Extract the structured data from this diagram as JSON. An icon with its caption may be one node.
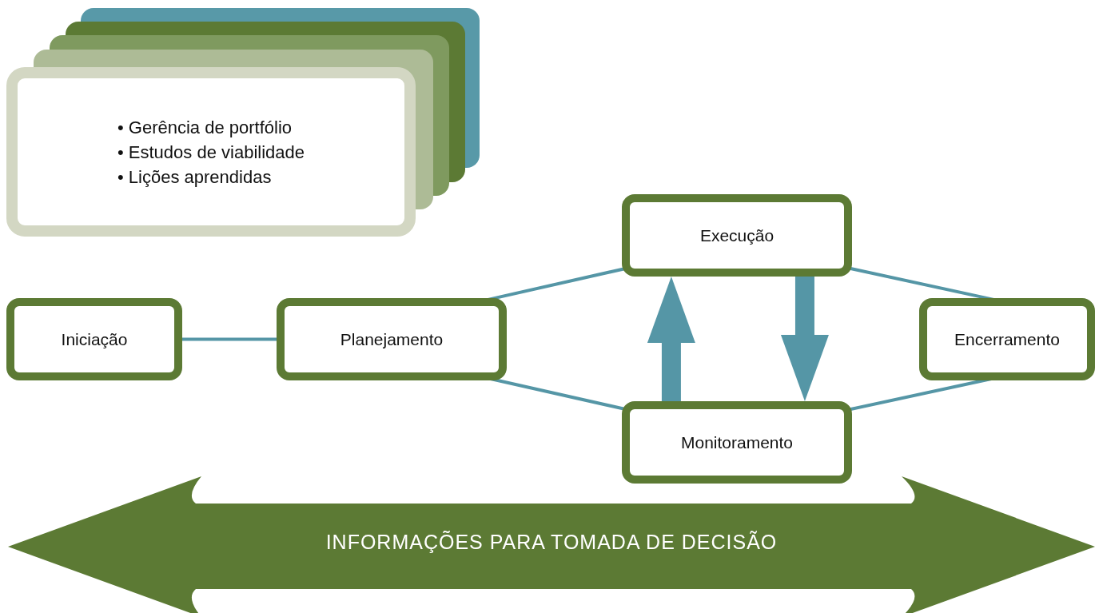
{
  "diagram": {
    "nodes": [
      {
        "text": [
          "• Gerência de portfólio",
          "• Estudos de viabilidade",
          "• Lições aprendidas"
        ]
      },
      {
        "text": [
          "Iniciação"
        ]
      },
      {
        "text": [
          "Planejamento"
        ]
      },
      {
        "text": [
          "Execução"
        ]
      },
      {
        "text": [
          "Monitoramento"
        ]
      },
      {
        "text": [
          "Encerramento"
        ]
      },
      {
        "text": [
          "INFORMAÇÕES PARA TOMADA DE DECISÃO"
        ]
      }
    ],
    "edges": [
      {
        "from": 1,
        "to": 2,
        "arrow": "none"
      },
      {
        "from": 2,
        "to": 3,
        "arrow": "none"
      },
      {
        "from": 2,
        "to": 4,
        "arrow": "none"
      },
      {
        "from": 3,
        "to": 5,
        "arrow": "none"
      },
      {
        "from": 4,
        "to": 5,
        "arrow": "none"
      },
      {
        "from": 4,
        "to": 3,
        "arrow": "to",
        "style": "thick"
      },
      {
        "from": 3,
        "to": 4,
        "arrow": "to",
        "style": "thick"
      }
    ]
  }
}
